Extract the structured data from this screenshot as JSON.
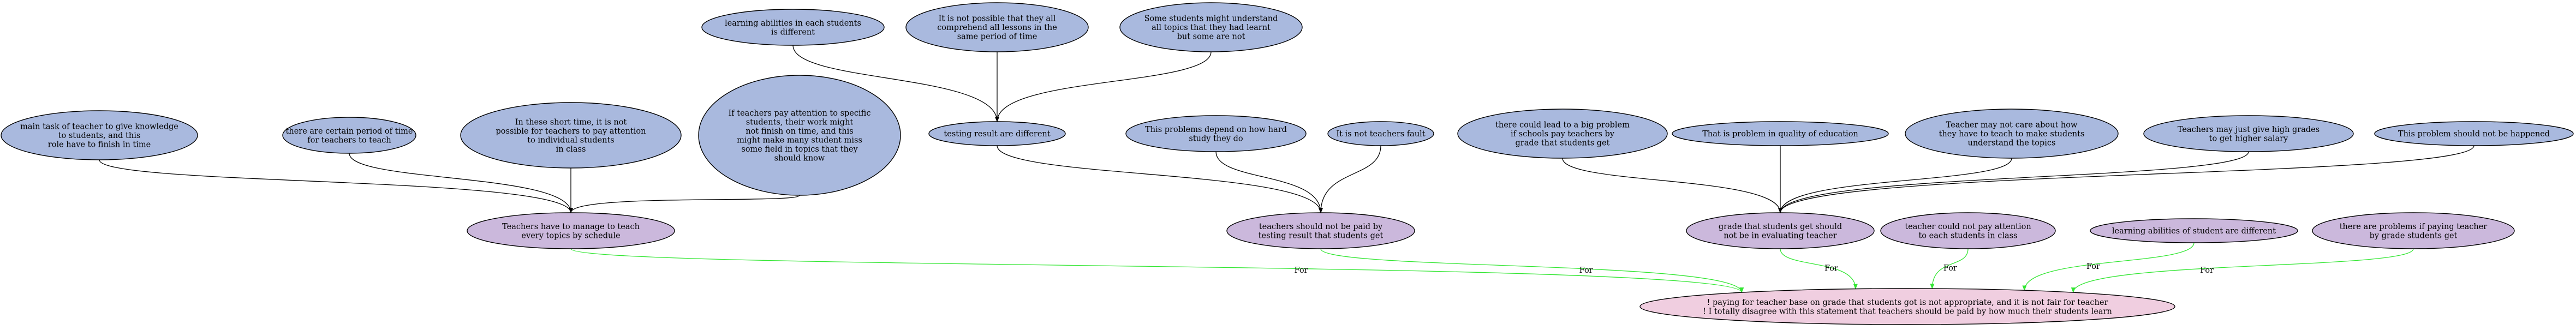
{
  "colors": {
    "premise_fill": "#a9b9de",
    "claim_fill": "#cbb8dc",
    "conclusion_fill": "#f0cee0",
    "support_edge": "#000000",
    "for_edge": "#33e633"
  },
  "nodes": [
    {
      "id": "n1",
      "kind": "premise",
      "lines": [
        "main task of teacher to give knowledge",
        "to students, and this",
        "role have to finish in time"
      ]
    },
    {
      "id": "n2",
      "kind": "premise",
      "lines": [
        "there are certain period of time",
        "for teachers to teach"
      ]
    },
    {
      "id": "n3",
      "kind": "premise",
      "lines": [
        "In these short time, it is not",
        "possible for teachers to pay attention",
        "to individual students",
        "in class"
      ]
    },
    {
      "id": "n4",
      "kind": "premise",
      "lines": [
        "If teachers pay attention to specific",
        "students, their work might",
        "not finish on time, and this",
        "might make many student miss",
        "some field in topics that they",
        "should know"
      ]
    },
    {
      "id": "n5",
      "kind": "premise",
      "lines": [
        "learning abilities in each students",
        "is different"
      ]
    },
    {
      "id": "n6",
      "kind": "premise",
      "lines": [
        "It is not possible that they all",
        "comprehend all lessons in the",
        "same period of time"
      ]
    },
    {
      "id": "n7",
      "kind": "premise",
      "lines": [
        "Some students might understand",
        "all topics that they had learnt",
        "but some are not"
      ]
    },
    {
      "id": "n8",
      "kind": "premise",
      "lines": [
        "testing result are different"
      ]
    },
    {
      "id": "n9",
      "kind": "premise",
      "lines": [
        "This problems depend on how hard",
        "study they do"
      ]
    },
    {
      "id": "n10",
      "kind": "premise",
      "lines": [
        "It is not teachers fault"
      ]
    },
    {
      "id": "n11",
      "kind": "premise",
      "lines": [
        "there could lead to a big problem",
        "if schools pay teachers by",
        "grade that students get"
      ]
    },
    {
      "id": "n12",
      "kind": "premise",
      "lines": [
        "That is problem in quality of education"
      ]
    },
    {
      "id": "n13",
      "kind": "premise",
      "lines": [
        "Teacher may not care about how",
        "they have to teach to make students",
        "understand the topics"
      ]
    },
    {
      "id": "n14",
      "kind": "premise",
      "lines": [
        "Teachers may just give high grades",
        "to get higher salary"
      ]
    },
    {
      "id": "n15",
      "kind": "premise",
      "lines": [
        "This problem should not be happened"
      ]
    },
    {
      "id": "c1",
      "kind": "claim",
      "lines": [
        "Teachers have to manage to teach",
        "every topics by schedule"
      ]
    },
    {
      "id": "c2",
      "kind": "claim",
      "lines": [
        "teachers should not be paid by",
        "testing result that students get"
      ]
    },
    {
      "id": "c3",
      "kind": "claim",
      "lines": [
        "grade that students get should",
        "not be in evaluating teacher"
      ]
    },
    {
      "id": "c4",
      "kind": "claim",
      "lines": [
        "teacher could not pay attention",
        "to each students in class"
      ]
    },
    {
      "id": "c5",
      "kind": "claim",
      "lines": [
        "learning abilities of student are different"
      ]
    },
    {
      "id": "c6",
      "kind": "claim",
      "lines": [
        "there are problems if paying teacher",
        "by grade students get"
      ]
    },
    {
      "id": "root",
      "kind": "conclusion",
      "lines": [
        "! paying for teacher base on grade that students got is not appropriate, and it is not fair for teacher",
        "! I totally disagree with this statement that teachers should be paid by how much their students learn"
      ]
    }
  ],
  "edges": [
    {
      "from": "n1",
      "to": "c1",
      "kind": "support",
      "label": ""
    },
    {
      "from": "n2",
      "to": "c1",
      "kind": "support",
      "label": ""
    },
    {
      "from": "n3",
      "to": "c1",
      "kind": "support",
      "label": ""
    },
    {
      "from": "n4",
      "to": "c1",
      "kind": "support",
      "label": ""
    },
    {
      "from": "n5",
      "to": "n8",
      "kind": "support",
      "label": ""
    },
    {
      "from": "n6",
      "to": "n8",
      "kind": "support",
      "label": ""
    },
    {
      "from": "n7",
      "to": "n8",
      "kind": "support",
      "label": ""
    },
    {
      "from": "n8",
      "to": "c2",
      "kind": "support",
      "label": ""
    },
    {
      "from": "n9",
      "to": "c2",
      "kind": "support",
      "label": ""
    },
    {
      "from": "n10",
      "to": "c2",
      "kind": "support",
      "label": ""
    },
    {
      "from": "n11",
      "to": "c3",
      "kind": "support",
      "label": ""
    },
    {
      "from": "n12",
      "to": "c3",
      "kind": "support",
      "label": ""
    },
    {
      "from": "n13",
      "to": "c3",
      "kind": "support",
      "label": ""
    },
    {
      "from": "n14",
      "to": "c3",
      "kind": "support",
      "label": ""
    },
    {
      "from": "n15",
      "to": "c3",
      "kind": "support",
      "label": ""
    },
    {
      "from": "c1",
      "to": "root",
      "kind": "for",
      "label": "For"
    },
    {
      "from": "c2",
      "to": "root",
      "kind": "for",
      "label": "For"
    },
    {
      "from": "c3",
      "to": "root",
      "kind": "for",
      "label": "For"
    },
    {
      "from": "c4",
      "to": "root",
      "kind": "for",
      "label": "For"
    },
    {
      "from": "c5",
      "to": "root",
      "kind": "for",
      "label": "For"
    },
    {
      "from": "c6",
      "to": "root",
      "kind": "for",
      "label": "For"
    }
  ]
}
